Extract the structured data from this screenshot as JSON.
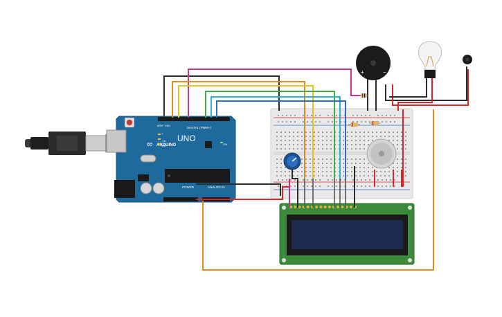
{
  "arduino": {
    "brand": "ARDUINO",
    "model": "UNO",
    "digital_label": "DIGITAL (PWM~)",
    "power_label": "POWER",
    "analog_label": "ANALOG IN",
    "on_label": "ON",
    "tx_label": "TX",
    "rx_label": "RX",
    "l_label": "L",
    "aref_label": "AREF",
    "gnd_label": "GND"
  },
  "buzzer": {
    "plus_label": "+",
    "minus_label": "−"
  },
  "colors": {
    "board": "#1f6a9c",
    "breadboard": "#e9e9e9",
    "lcd_pcb": "#3c8b3a",
    "lcd_screen": "#1d2a4f",
    "wire_black": "#2b2b2b",
    "wire_magenta": "#c2378d",
    "wire_orange": "#e38a1c",
    "wire_yellow": "#e9c21f",
    "wire_green": "#44a843",
    "wire_cyan": "#2bb3c7",
    "wire_blue": "#2c6fc1",
    "wire_red": "#d7262a"
  },
  "components": [
    "usb-cable",
    "arduino-uno",
    "breadboard",
    "potentiometer",
    "gas-sensor",
    "lcd-16x2",
    "piezo-buzzer",
    "light-bulb",
    "vibration-motor",
    "resistor"
  ]
}
